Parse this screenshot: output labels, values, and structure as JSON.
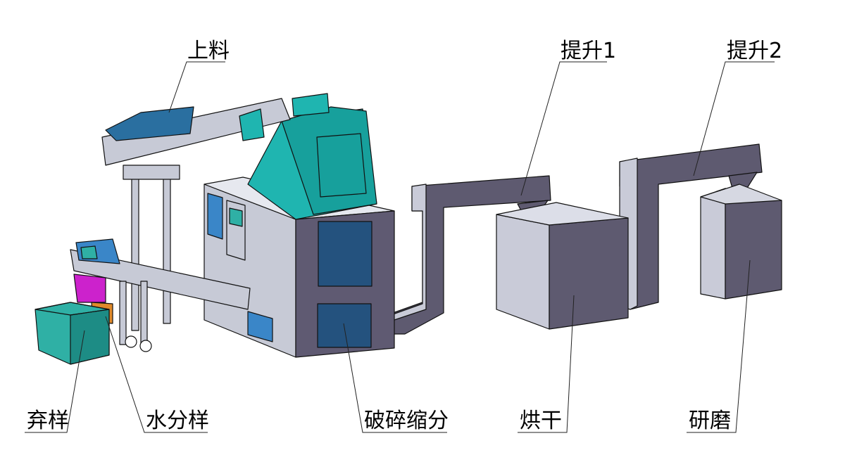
{
  "labels": {
    "feeding": "上料",
    "lift1": "提升1",
    "lift2": "提升2",
    "discard_sample": "弃样",
    "moisture_sample": "水分样",
    "crush_divide": "破碎缩分",
    "drying": "烘干",
    "grinding": "研磨"
  },
  "colors": {
    "teal": "#1fb5b0",
    "navy_panel": "#24527e",
    "blue_panel": "#3a86c8",
    "cabinet_grey": "#c7cad6",
    "dark_face": "#5f5a72",
    "box_light": "#c9cbd8",
    "box_dark": "#5e5a70",
    "magenta": "#cc22cc",
    "orange": "#e08a2a"
  }
}
